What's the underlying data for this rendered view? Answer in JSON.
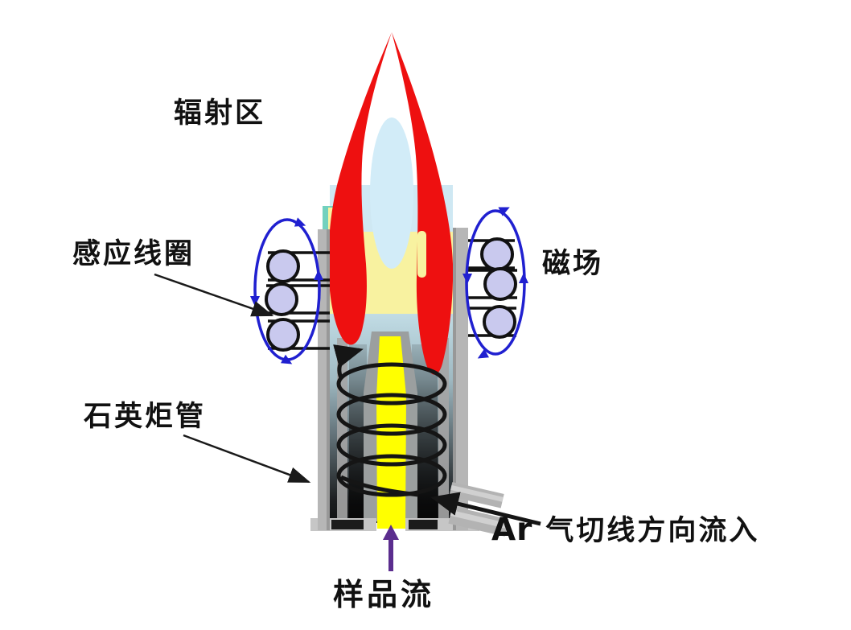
{
  "diagram": {
    "subject": "ICP plasma torch schematic",
    "labels": {
      "radiation_zone": "辐射区",
      "induction_coil": "感应线圈",
      "magnetic_field": "磁场",
      "quartz_torch_tube": "石英炬管",
      "argon_symbol": "Ar",
      "argon_tangential_flow": "气切线方向流入",
      "sample_flow": "样品流"
    },
    "colors": {
      "flame_red": "#ee1010",
      "flame_core_blue": "#d2ecf8",
      "hot_zone_yellow": "#f8f2a0",
      "sample_channel_yellow": "#ffff00",
      "torch_wall_gray": "#b6b6b6",
      "coil_turn_lavender": "#c9c9ee",
      "field_line_blue": "#2020d0",
      "gas_swirl_black": "#151515",
      "sample_arrow_purple": "#5b2d8e",
      "teal_accent": "#72d1be"
    }
  }
}
